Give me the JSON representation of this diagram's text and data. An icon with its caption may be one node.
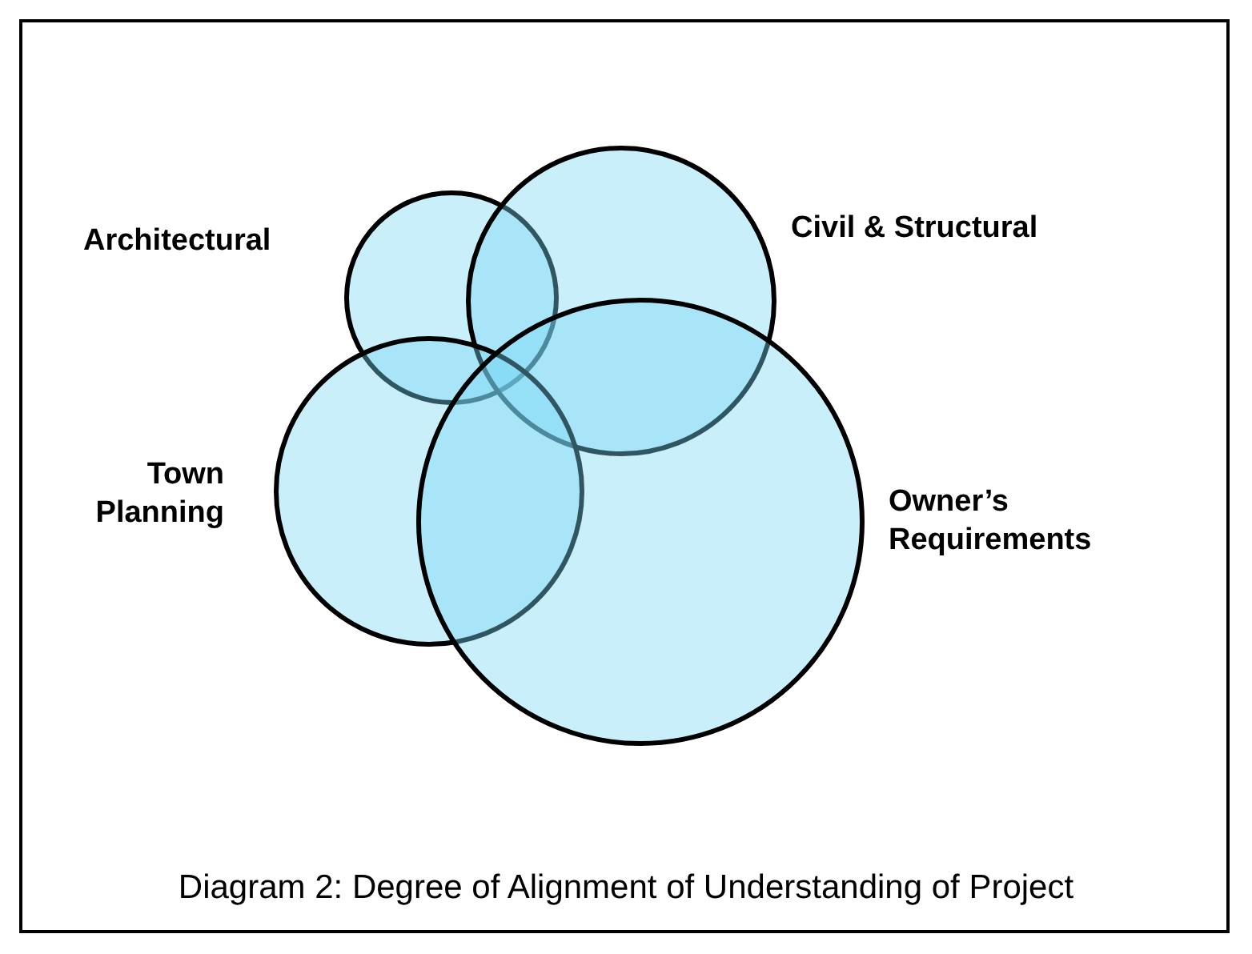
{
  "diagram": {
    "caption": "Diagram 2: Degree of Alignment of Understanding of Project",
    "nodes": [
      {
        "text": [
          "Architectural"
        ]
      },
      {
        "text": [
          "Civil & Structural"
        ]
      },
      {
        "text": [
          "Town Planning"
        ]
      },
      {
        "text": [
          "Owner’s Requirements"
        ]
      }
    ],
    "edges": []
  }
}
